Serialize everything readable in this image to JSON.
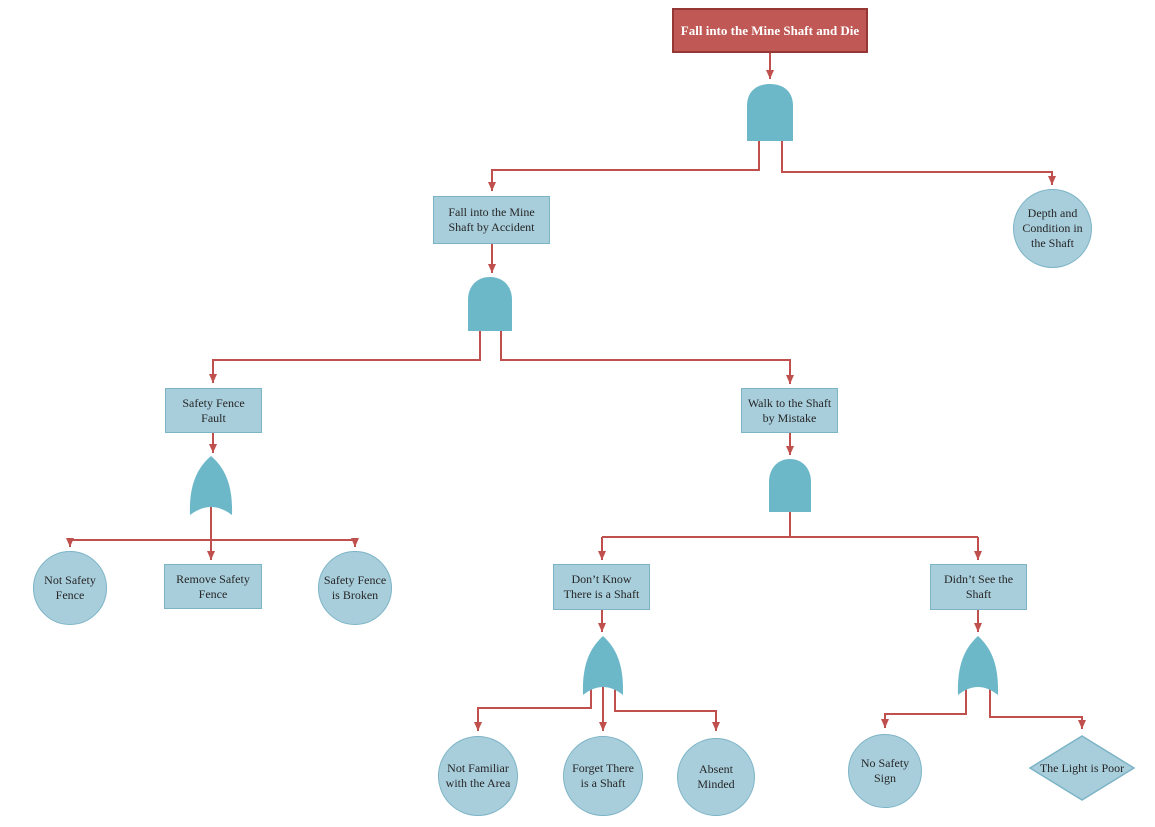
{
  "colors": {
    "top_event_fill": "#c05956",
    "top_event_border": "#953735",
    "top_event_text": "#ffffff",
    "node_fill": "#a8cedc",
    "node_border": "#7cb4c6",
    "node_text": "#262626",
    "gate_fill": "#6cb8c9",
    "connector_color": "#c0504d"
  },
  "nodes": {
    "top_event": {
      "label": "Fall into the Mine Shaft and Die",
      "shape": "rectangle"
    },
    "accident": {
      "label": "Fall into the Mine Shaft by Accident",
      "shape": "rectangle"
    },
    "depth_condition": {
      "label": "Depth and Condition in the Shaft",
      "shape": "circle"
    },
    "safety_fence_fault": {
      "label": "Safety Fence Fault",
      "shape": "rectangle"
    },
    "walk_to_shaft": {
      "label": "Walk to the Shaft by Mistake",
      "shape": "rectangle"
    },
    "not_safety_fence": {
      "label": "Not Safety Fence",
      "shape": "circle"
    },
    "remove_safety_fence": {
      "label": "Remove Safety Fence",
      "shape": "rectangle"
    },
    "fence_broken": {
      "label": "Safety Fence is Broken",
      "shape": "circle"
    },
    "dont_know_shaft": {
      "label": "Don’t Know There is a Shaft",
      "shape": "rectangle"
    },
    "didnt_see_shaft": {
      "label": "Didn’t See the Shaft",
      "shape": "rectangle"
    },
    "not_familiar": {
      "label": "Not Familiar with the Area",
      "shape": "circle"
    },
    "forget_shaft": {
      "label": "Forget There is a Shaft",
      "shape": "circle"
    },
    "absent_minded": {
      "label": "Absent Minded",
      "shape": "circle"
    },
    "no_safety_sign": {
      "label": "No Safety Sign",
      "shape": "circle"
    },
    "light_poor": {
      "label": "The Light is Poor",
      "shape": "diamond"
    }
  },
  "gates": {
    "gate_top": "AND",
    "gate_accident": "AND",
    "gate_safety_fence": "OR",
    "gate_walk": "AND",
    "gate_dont_know": "OR",
    "gate_didnt_see": "OR"
  }
}
